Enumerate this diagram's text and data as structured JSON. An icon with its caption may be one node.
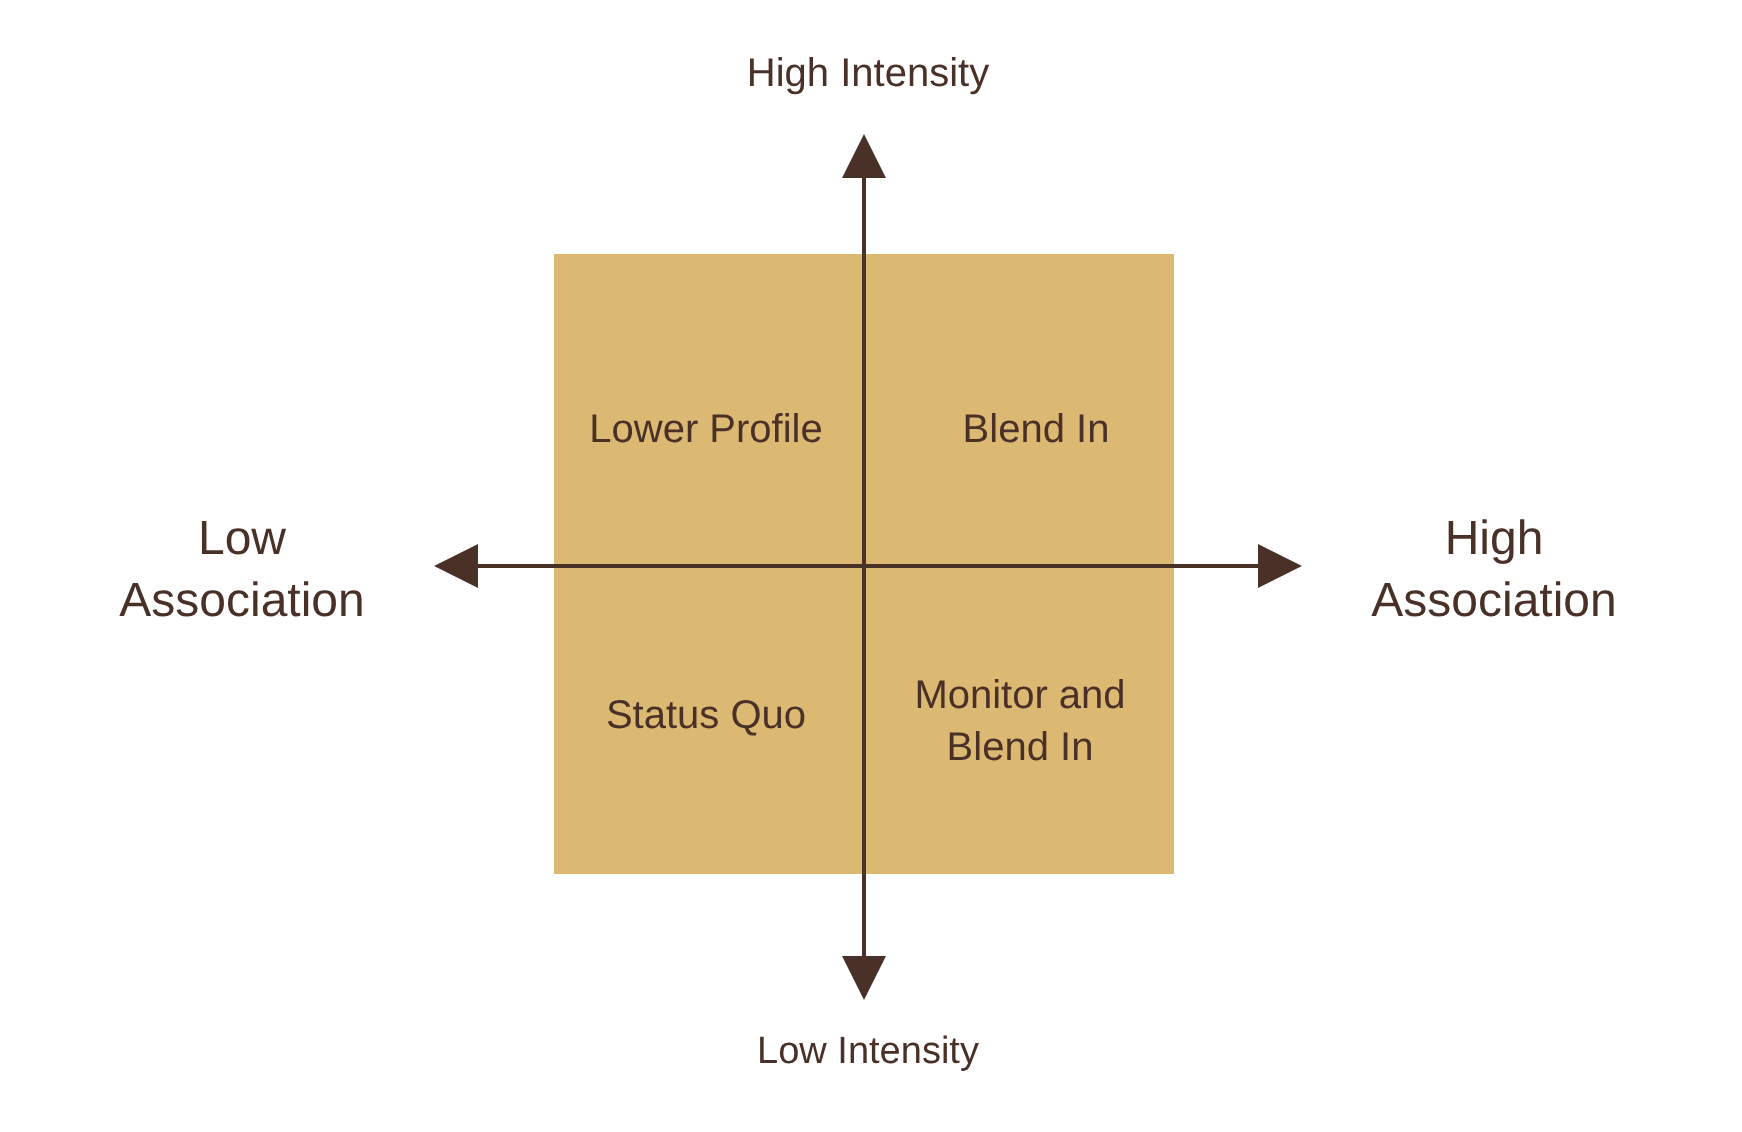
{
  "diagram": {
    "nodes": [
      {
        "text": [
          "Lower Profile",
          "Blend In",
          "Status Quo",
          "Monitor and Blend In"
        ]
      }
    ],
    "labels": [
      "High Intensity",
      "Low Association",
      "High Association",
      "Low Intensity"
    ]
  }
}
